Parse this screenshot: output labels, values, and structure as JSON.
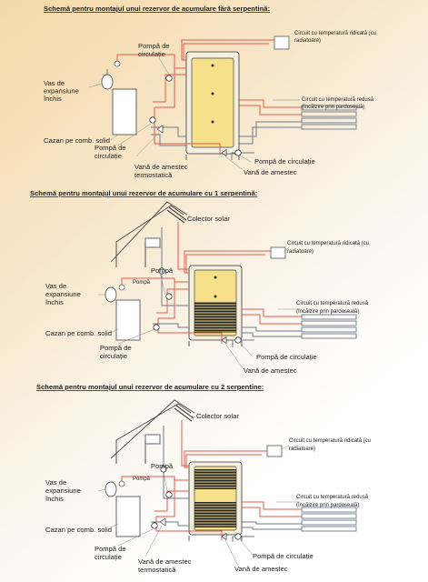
{
  "colors": {
    "hot_pipe": "#e25b4a",
    "cold_pipe": "#6b7b8e",
    "tank_fill": "#f6e089",
    "tank_outline": "#333333",
    "insulation": "#f5efe0"
  },
  "sections": [
    {
      "title": "Schemă pentru montajul unui rezervor de acumulare fără serpentină:",
      "labels": {
        "pump_top": [
          "Pompă de",
          "circulație"
        ],
        "expansion": [
          "Vas de",
          "expansiune",
          "închis"
        ],
        "boiler": "Cazan pe comb. solid",
        "pump_bottom": [
          "Pompă de",
          "circulație"
        ],
        "thermo_valve": [
          "Vană de amestec",
          "termostatică"
        ],
        "circuit_high": [
          "Circuit cu temperatură ridicată (cu",
          "radiatoare)"
        ],
        "circuit_low": [
          "Circuit cu temperatură redusă",
          "(încălzire prin pardoseală)"
        ],
        "pump_right": "Pompă de circulație",
        "mix_valve": "Vană de amestec"
      }
    },
    {
      "title": "Schemă pentru montajul unui rezervor de acumulare cu 1 serpentină:",
      "labels": {
        "collector": "Colector solar",
        "pump_top": "Pompă",
        "pump_small": "Pompă",
        "expansion": [
          "Vas de",
          "expansiune",
          "închis"
        ],
        "boiler": "Cazan pe comb. solid",
        "pump_bottom": [
          "Pompă de",
          "circulație"
        ],
        "circuit_high": [
          "Circuit cu temperatură ridicată (cu",
          "radiatoare)"
        ],
        "circuit_low": [
          "Circuit cu temperatură redusă",
          "(încălzire prin pardoseală)"
        ],
        "pump_right": "Pompă de circulație",
        "mix_valve": "Vană de amestec"
      }
    },
    {
      "title": "Schemă pentru montajul unui rezervor de acumulare cu 2 serpentine:",
      "labels": {
        "collector": "Colector solar",
        "pump_top": "Pompă",
        "pump_small": "Pompă",
        "expansion": [
          "Vas de",
          "expansiune",
          "închis"
        ],
        "boiler": "Cazan pe comb. solid",
        "pump_bottom": [
          "Pompă de",
          "circulație"
        ],
        "thermo_valve": [
          "Vană de amestec",
          "termostatică"
        ],
        "circuit_high": [
          "Circuit cu temperatură ridicată (cu",
          "radiatoare)"
        ],
        "circuit_low": [
          "Circuit cu temperatură redusă",
          "(încălzire prin pardoseală)"
        ],
        "pump_right": "Pompă de circulație",
        "mix_valve": "Vană de amestec"
      }
    }
  ]
}
